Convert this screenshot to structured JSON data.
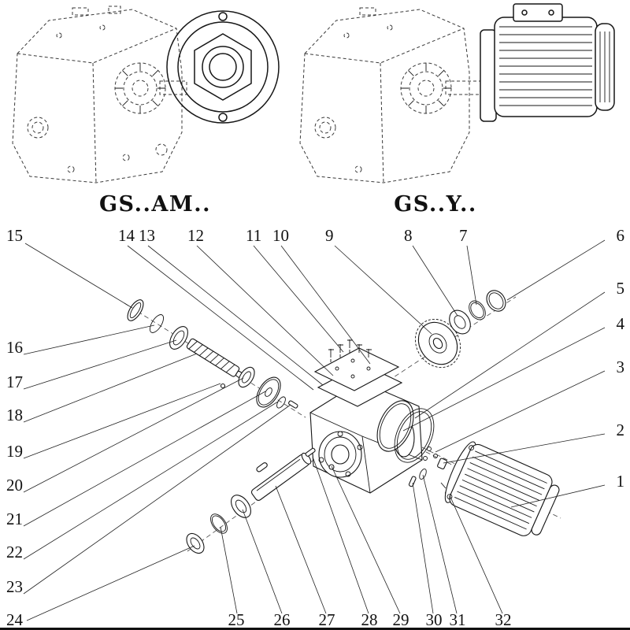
{
  "page": {
    "background": "#ffffff",
    "ink_color": "#161616"
  },
  "variants": {
    "left_label": "GS..AM..",
    "right_label": "GS..Y.."
  },
  "callouts": {
    "n1": "1",
    "n2": "2",
    "n3": "3",
    "n4": "4",
    "n5": "5",
    "n6": "6",
    "n7": "7",
    "n8": "8",
    "n9": "9",
    "n10": "10",
    "n11": "11",
    "n12": "12",
    "n13": "13",
    "n14": "14",
    "n15": "15",
    "n16": "16",
    "n17": "17",
    "n18": "18",
    "n19": "19",
    "n20": "20",
    "n21": "21",
    "n22": "22",
    "n23": "23",
    "n24": "24",
    "n25": "25",
    "n26": "26",
    "n27": "27",
    "n28": "28",
    "n29": "29",
    "n30": "30",
    "n31": "31",
    "n32": "32"
  }
}
